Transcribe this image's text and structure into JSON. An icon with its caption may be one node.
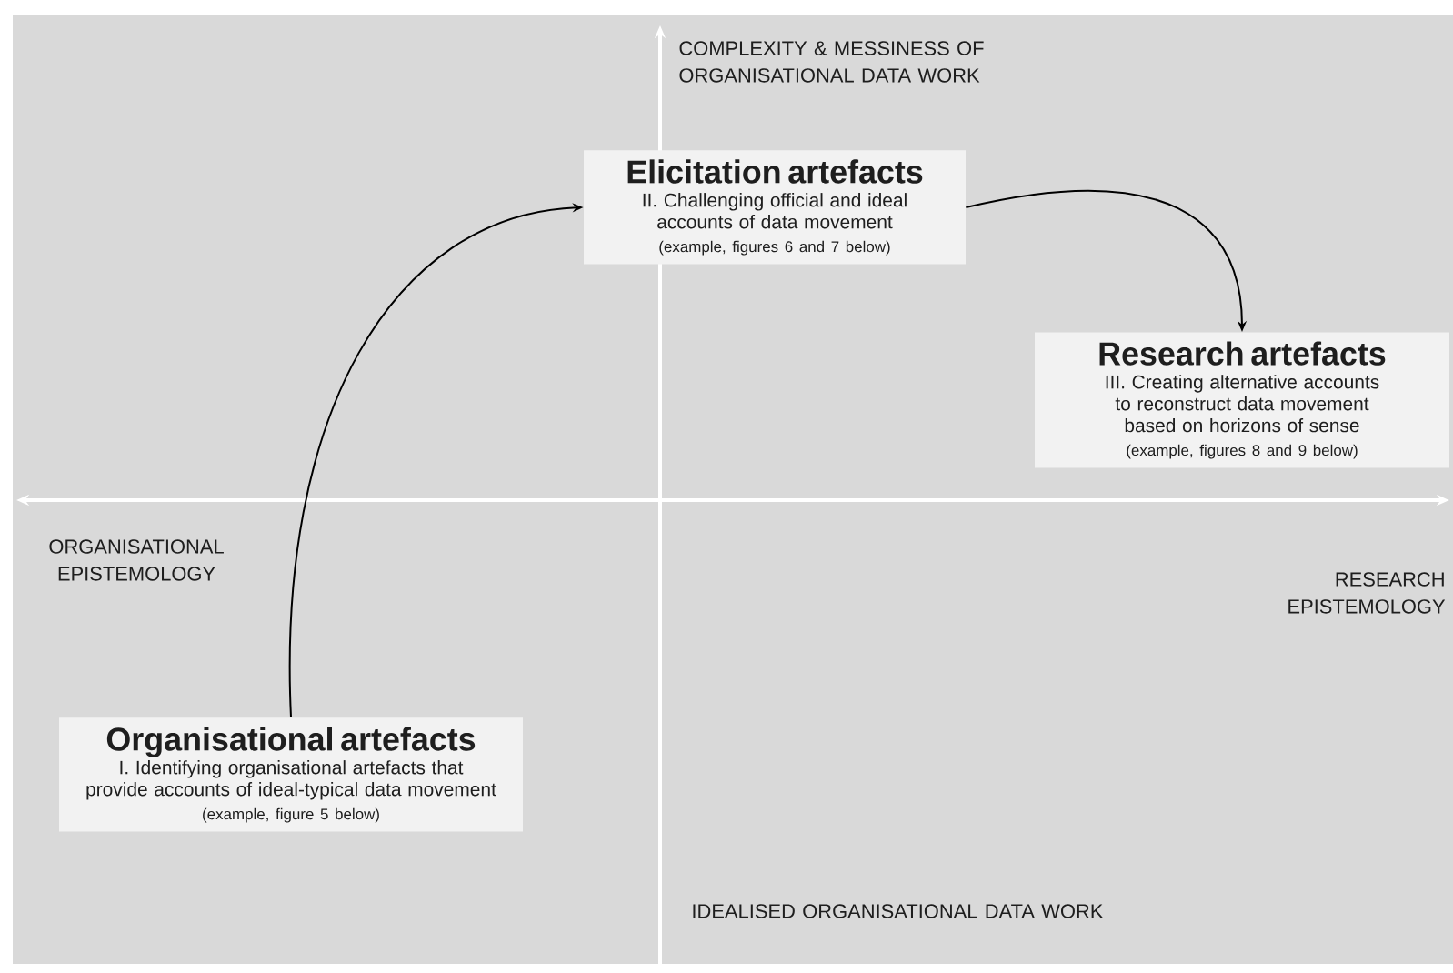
{
  "diagram": {
    "nodes": [
      {
        "text": [
          "Elicitation artefacts",
          "II. Challenging official and ideal accounts of data movement",
          "(example, figures 6 and 7 below)"
        ]
      },
      {
        "text": [
          "Research artefacts",
          "III. Creating alternative accounts to reconstruct data movement based on horizons of sense",
          "(example, figures 8 and 9 below)"
        ]
      },
      {
        "text": [
          "Organisational artefacts",
          "I. Identifying organisational artefacts that provide accounts of ideal-typical data movement",
          "(example, figure 5 below)"
        ]
      }
    ],
    "edges": [
      {
        "from": 2,
        "to": 0,
        "arrow": "to"
      },
      {
        "from": 0,
        "to": 1,
        "arrow": "to"
      }
    ],
    "labels": [
      "COMPLEXITY & MESSINESS OF ORGANISATIONAL DATA WORK",
      "ORGANISATIONAL EPISTEMOLOGY",
      "RESEARCH EPISTEMOLOGY",
      "IDEALISED ORGANISATIONAL DATA WORK"
    ]
  }
}
